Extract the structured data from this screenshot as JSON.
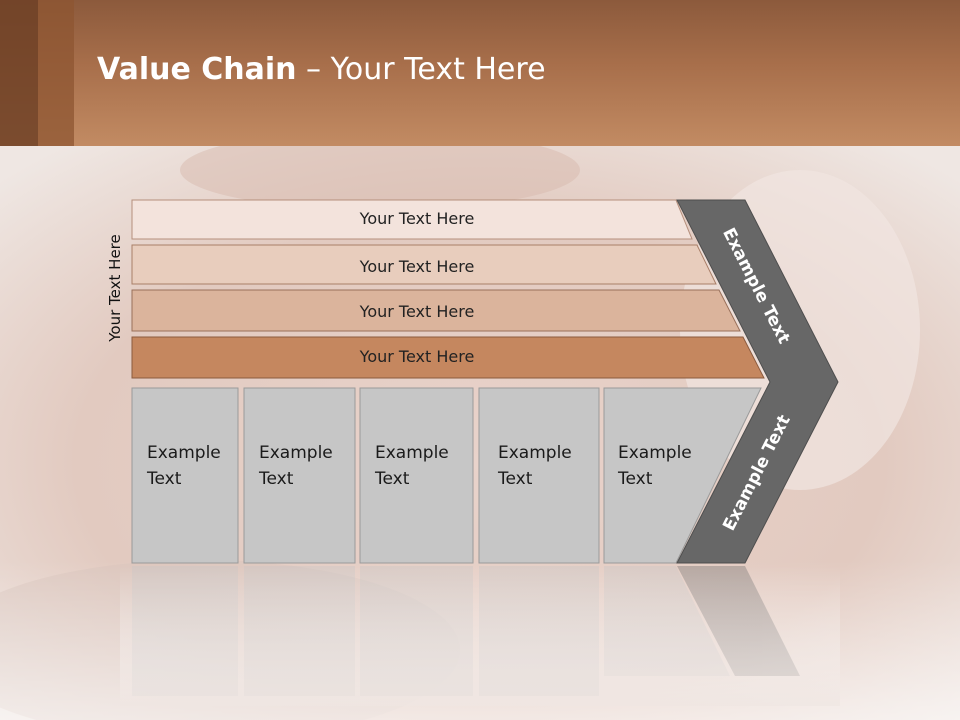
{
  "title": {
    "bold": "Value Chain",
    "rest": " – Your Text Here"
  },
  "side_label": "Your Text Here",
  "bands": [
    {
      "label": "Your Text Here",
      "color": "#f3e3dc"
    },
    {
      "label": "Your Text Here",
      "color": "#e8cdbd"
    },
    {
      "label": "Your Text Here",
      "color": "#dbb49c"
    },
    {
      "label": "Your Text Here",
      "color": "#c5875f"
    }
  ],
  "boxes": [
    {
      "line1": "Example",
      "line2": "Text"
    },
    {
      "line1": "Example",
      "line2": "Text"
    },
    {
      "line1": "Example",
      "line2": "Text"
    },
    {
      "line1": "Example",
      "line2": "Text"
    },
    {
      "line1": "Example",
      "line2": "Text"
    }
  ],
  "chevron": {
    "upper": "Example Text",
    "lower": "Example Text",
    "color": "#676767"
  },
  "colors": {
    "header": "#b27850",
    "box": "#c6c6c6"
  }
}
